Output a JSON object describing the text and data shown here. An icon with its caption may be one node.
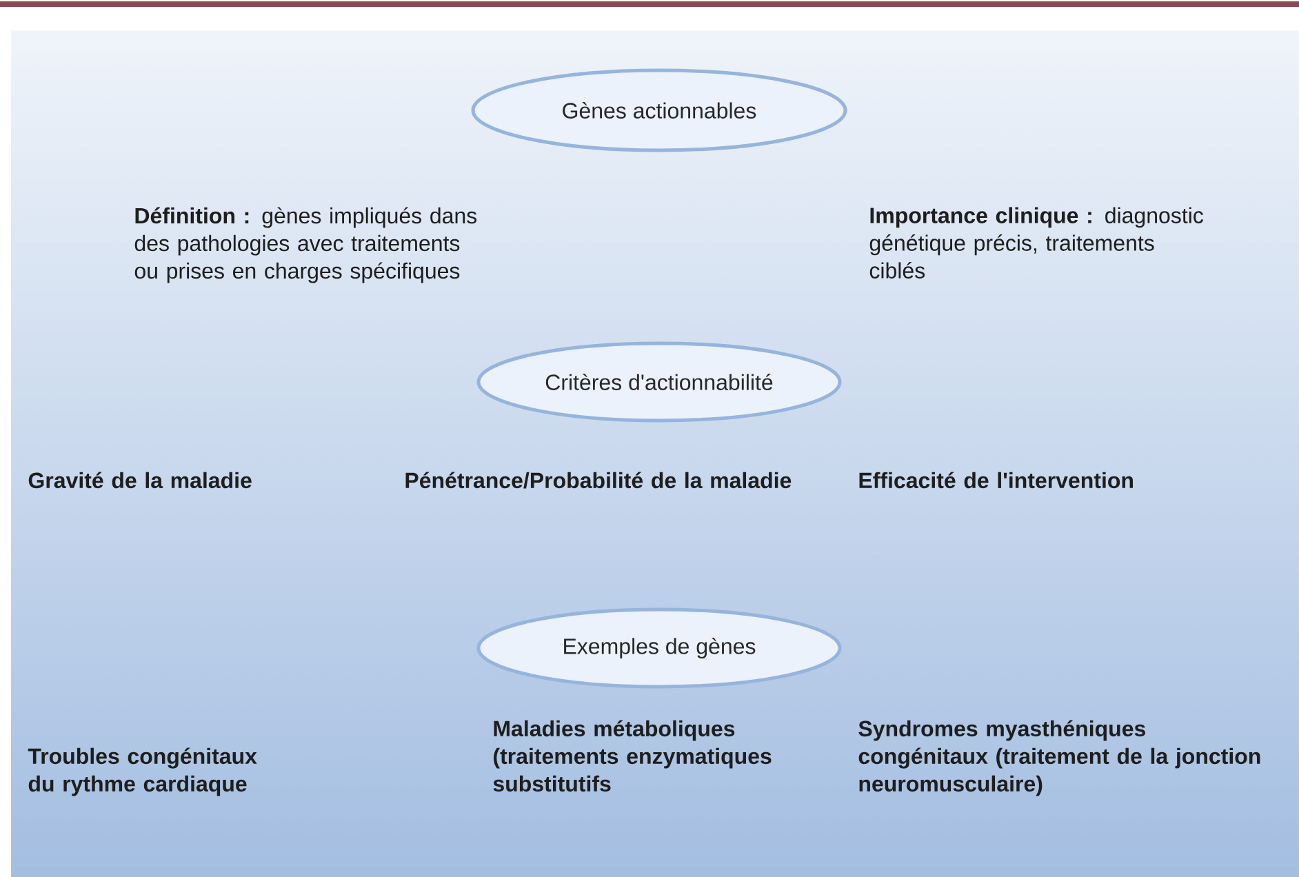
{
  "diagram": {
    "nodes": [
      {
        "text": [
          "Gènes actionnables"
        ]
      },
      {
        "text": [
          "Critères d'actionnabilité"
        ]
      },
      {
        "text": [
          "Exemples de gènes"
        ]
      }
    ],
    "labels": [
      "**Définition :** gènes impliqués dans des pathologies avec traitements ou prises en charges spécifiques",
      "**Importance clinique :** diagnostic génétique précis, traitements ciblés",
      "Gravité de la maladie",
      "Pénétrance/Probabilité de la maladie",
      "Efficacité de l'intervention",
      "Troubles congénitaux du rythme cardiaque",
      "Maladies métaboliques (traitements enzymatiques substitutifs",
      "Syndromes myasthéniques congénitaux (traitement de la jonction neuromusculaire)"
    ]
  }
}
